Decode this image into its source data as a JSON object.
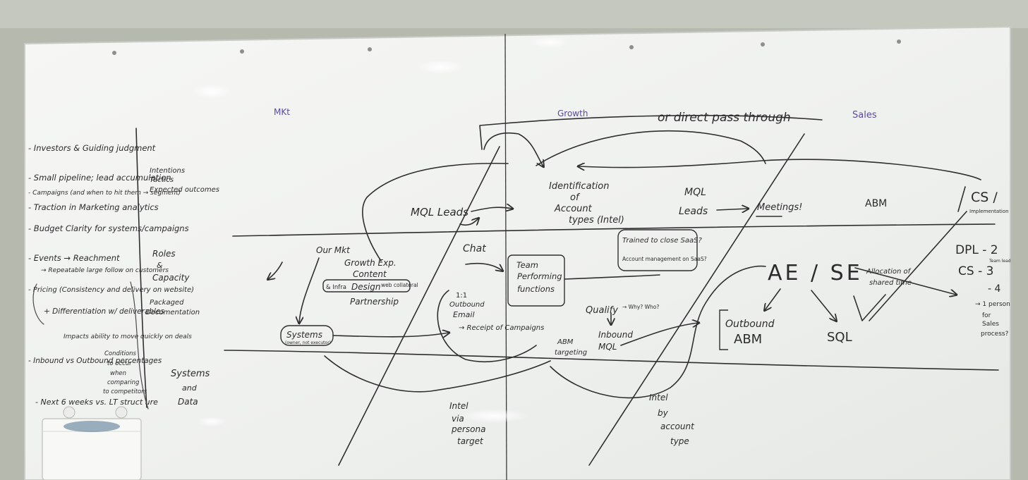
{
  "headers": {
    "mkt": "MKt",
    "growth": "Growth",
    "sales": "Sales",
    "pass_through": "or direct pass through"
  },
  "left_list": {
    "items": [
      "- Investors & Guiding judgment",
      "- Small pipeline; lead accumulation",
      "- Campaigns (and when to hit them → segment)",
      "- Traction in Marketing analytics",
      "- Budget Clarity for systems/campaigns",
      "- Events → Reachment",
      "→ Repeatable large follow on customers",
      "- Pricing (Consistency and delivery on website)",
      "+ Differentiation w/ deliverables",
      "Impacts ability to move quickly on deals",
      "- Inbound vs Outbound percentages",
      "- Next 6 weeks vs. LT struct ure"
    ],
    "side_labels": {
      "intentions": "Intentions",
      "tactics": "Tactics",
      "expected": "Expected outcomes",
      "roles": "Roles",
      "and": "&",
      "capacity": "Capacity",
      "packaged": "Packaged",
      "documentation": "Documentation",
      "systems": "Systems",
      "and2": "and",
      "data": "Data",
      "conditions": "Conditions",
      "occur": "to occur",
      "when": "when",
      "comparing": "comparing",
      "competitors": "to competitors"
    }
  },
  "mkt_area": {
    "mql_leads": "MQL Leads",
    "our_mkt": "Our Mkt",
    "growth_exp": "Growth Exp.",
    "content": "Content",
    "infra": "& Infra",
    "design": "Design",
    "web_collateral": "web collateral",
    "partnership": "Partnership",
    "chat": "Chat",
    "one_one": "1:1",
    "outbound": "Outbound",
    "email": "Email",
    "receipt": "→ Receipt of Campaigns",
    "systems": "Systems",
    "systems_note": "(owner, not executor)",
    "intel_persona": "Intel via persona target"
  },
  "growth_area": {
    "identification": "Identification of Account types (Intel)",
    "team_performing": "Team Performing Functions",
    "trained": "Trained to close SaaS?",
    "account_mgmt": "Account management on SaaS?",
    "qualify": "Qualify",
    "qualify_note": "→ Why? Who?",
    "abm_targeting": "ABM targeting",
    "inbound_mql": "Inbound MQL",
    "intel_account": "Intel by account type"
  },
  "sales_area": {
    "mql_leads": "MQL Leads",
    "meetings": "Meetings!",
    "abm": "ABM",
    "cs": "CS /",
    "implementation": "Implementation",
    "ae_se": "AE / SE",
    "allocation": "Allocation of shared time",
    "outbound_abm": "Outbound ABM",
    "sql": "SQL",
    "dpl": "DPL - 2",
    "dpl_note": "Team lead",
    "cs3": "CS - 3",
    "four": "- 4",
    "one_person": "→ 1 person for Sales process?"
  },
  "colors": {
    "board": "#f2f3f1",
    "wall": "#b9bcb2",
    "ink": "#2b2b2b",
    "header_ink": "#5b4a9a"
  }
}
